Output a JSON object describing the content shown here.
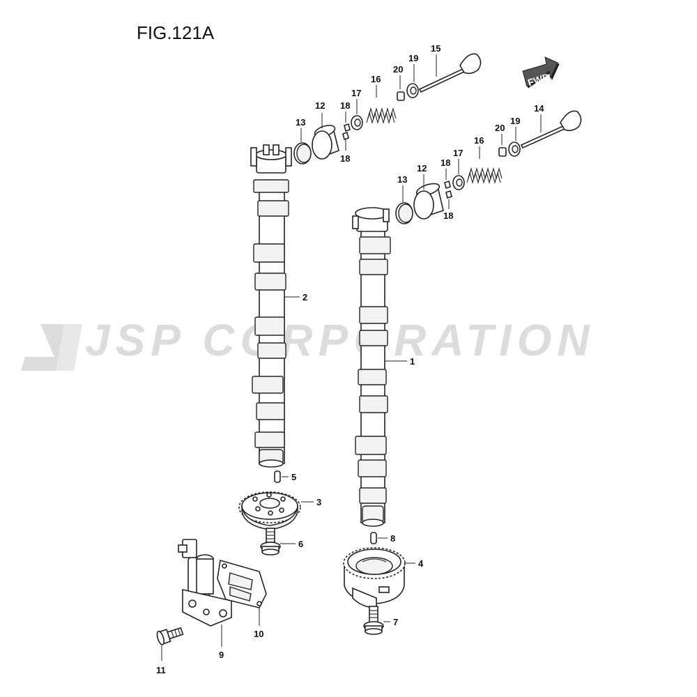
{
  "figure": {
    "title": "FIG.121A"
  },
  "watermark": {
    "text": "JSP CORPORATION"
  },
  "direction_badge": {
    "label": "FWD"
  },
  "callouts": {
    "c1": "1",
    "c2": "2",
    "c3": "3",
    "c4": "4",
    "c5": "5",
    "c6": "6",
    "c7": "7",
    "c8": "8",
    "c9": "9",
    "c10": "10",
    "c11": "11",
    "a12": "12",
    "a13": "13",
    "a15": "15",
    "a16": "16",
    "a17": "17",
    "a18a": "18",
    "a18b": "18",
    "a19": "19",
    "a20": "20",
    "b12": "12",
    "b13": "13",
    "b14": "14",
    "b16": "16",
    "b17": "17",
    "b18a": "18",
    "b18b": "18",
    "b19": "19",
    "b20": "20"
  },
  "icons": {
    "fwd": "arrow-right-icon",
    "logo": "jsp-logo-icon"
  }
}
